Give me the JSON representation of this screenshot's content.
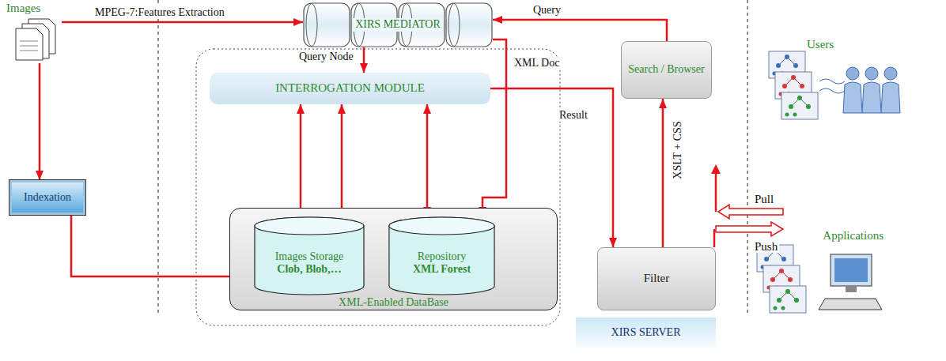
{
  "diagram": {
    "nodes": [
      {
        "text": [
          "Images"
        ]
      },
      {
        "text": [
          "XIRS MEDIATOR"
        ]
      },
      {
        "text": [
          "Indexation"
        ]
      },
      {
        "text": [
          "INTERROGATION MODULE"
        ]
      },
      {
        "text": [
          "XML-Enabled DataBase"
        ]
      },
      {
        "text": [
          "Images Storage",
          "Clob, Blob,…"
        ],
        "in": 4
      },
      {
        "text": [
          "Repository",
          "XML Forest"
        ],
        "in": 4
      },
      {
        "text": [
          "Search / Browser"
        ]
      },
      {
        "text": [
          "Filter"
        ]
      },
      {
        "text": [
          "XIRS SERVER"
        ]
      },
      {
        "text": [
          "Users"
        ]
      },
      {
        "text": [
          "Applications"
        ]
      }
    ],
    "edges": [
      {
        "from": 0,
        "to": 1,
        "label": "MPEG-7:Features Extraction",
        "arrow": "to"
      },
      {
        "from": 0,
        "to": 2,
        "arrow": "to"
      },
      {
        "from": 2,
        "to": 5,
        "arrow": "to"
      },
      {
        "from": 1,
        "to": 3,
        "label": "Query Node",
        "arrow": "to"
      },
      {
        "from": 1,
        "to": 6,
        "label": "XML Doc",
        "arrow": "to"
      },
      {
        "from": 5,
        "to": 3,
        "arrow": "to"
      },
      {
        "from": 5,
        "to": 3,
        "arrow": "to"
      },
      {
        "from": 3,
        "to": 6,
        "arrow": "both"
      },
      {
        "from": 3,
        "to": 8,
        "label": "Result",
        "arrow": "to"
      },
      {
        "from": 7,
        "to": 1,
        "label": "Query",
        "arrow": "to"
      },
      {
        "from": 8,
        "to": 7,
        "label": "XSLT + CSS",
        "arrow": "to"
      }
    ],
    "labels": [
      "Pull",
      "Push"
    ]
  }
}
